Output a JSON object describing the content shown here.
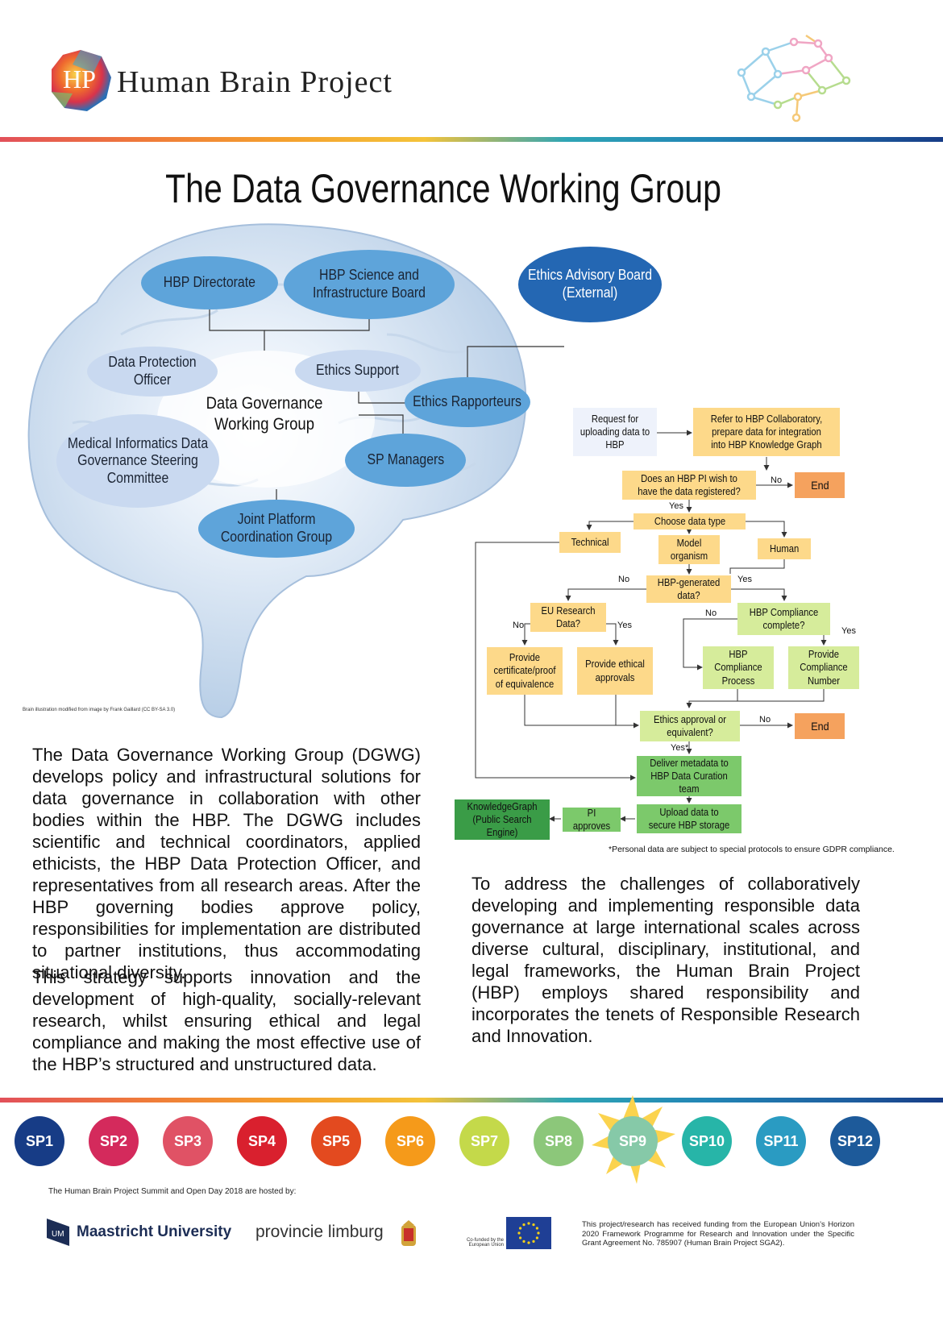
{
  "header": {
    "logo_mark": "HP",
    "logo_text": "Human Brain Project"
  },
  "title": "The Data Governance Working Group",
  "brain": {
    "center": "Data Governance Working Group",
    "nodes": {
      "directorate": "HBP Directorate",
      "science_board": "HBP Science and Infrastructure Board",
      "ethics_advisory": "Ethics Advisory Board (External)",
      "dpo": "Data Protection Officer",
      "ethics_support": "Ethics Support",
      "ethics_rapporteurs": "Ethics Rapporteurs",
      "medical": "Medical Informatics Data Governance Steering Committee",
      "sp_managers": "SP Managers",
      "joint_platform": "Joint Platform Coordination Group"
    },
    "credit": "Brain illustration modified from image by Frank Gaillard (CC BY-SA 3.0)"
  },
  "flow": {
    "request": "Request for uploading data to HBP",
    "refer": "Refer to HBP Collaboratory, prepare data for integration into HBP Knowledge Graph",
    "pi_wish": "Does an HBP PI wish to have the data registered?",
    "end1": "End",
    "choose": "Choose data type",
    "technical": "Technical",
    "model": "Model organism",
    "human": "Human",
    "hbp_generated": "HBP-generated data?",
    "eu_research": "EU Research Data?",
    "hbp_compliance": "HBP Compliance complete?",
    "certificate": "Provide certificate/proof of equivalence",
    "ethical": "Provide ethical approvals",
    "compliance_process": "HBP Compliance Process",
    "compliance_number": "Provide Compliance Number",
    "ethics_approval": "Ethics approval or equivalent?",
    "end2": "End",
    "deliver": "Deliver metadata to HBP Data Curation team",
    "upload": "Upload data to secure HBP storage",
    "pi_approves": "PI approves",
    "kg": "KnowledgeGraph (Public Search Engine)",
    "labels": {
      "no": "No",
      "yes": "Yes",
      "yes_star": "Yes*"
    },
    "note": "*Personal data are subject to special protocols to ensure GDPR compliance."
  },
  "paragraphs": {
    "left1": "The Data Governance Working Group (DGWG) develops policy and infrastructural solutions for data governance in collaboration with other bodies within the HBP. The DGWG includes scientific and technical coordinators, applied ethicists, the HBP Data Protection Officer, and representatives from all research areas. After the HBP governing bodies approve policy, responsibilities for implementation are distributed to partner institutions, thus accommodating situational diversity.",
    "left2": "This strategy supports innovation and the development of high-quality, socially-relevant research, whilst ensuring ethical and legal compliance and making the most effective use of the HBP’s structured and unstructured data.",
    "right": "To address the challenges of collaboratively developing and implementing responsible data governance at large international scales across diverse cultural, disciplinary, institutional, and legal frameworks, the Human Brain Project (HBP) employs shared responsibility and incorporates the tenets of Responsible Research and Innovation."
  },
  "subprojects": [
    {
      "label": "SP1",
      "color": "#173c86"
    },
    {
      "label": "SP2",
      "color": "#d42a5c"
    },
    {
      "label": "SP3",
      "color": "#e05265"
    },
    {
      "label": "SP4",
      "color": "#d9202e"
    },
    {
      "label": "SP5",
      "color": "#e34a1f"
    },
    {
      "label": "SP6",
      "color": "#f59a1a"
    },
    {
      "label": "SP7",
      "color": "#c4d94a"
    },
    {
      "label": "SP8",
      "color": "#8cc77a"
    },
    {
      "label": "SP9",
      "color": "#86c9a8"
    },
    {
      "label": "SP10",
      "color": "#27b5a8"
    },
    {
      "label": "SP11",
      "color": "#2a9bc2"
    },
    {
      "label": "SP12",
      "color": "#1d5a9a"
    }
  ],
  "footer": {
    "hosted": "The Human Brain Project Summit and Open Day 2018 are hosted by:",
    "um": "Maastricht University",
    "limburg": "provincie limburg",
    "cofunded": "Co-funded by the European Union",
    "funding": "This project/research has received funding from the European Union’s Horizon 2020 Framework Programme for Research and Innovation under the Specific Grant Agreement No. 785907 (Human Brain Project SGA2)."
  }
}
